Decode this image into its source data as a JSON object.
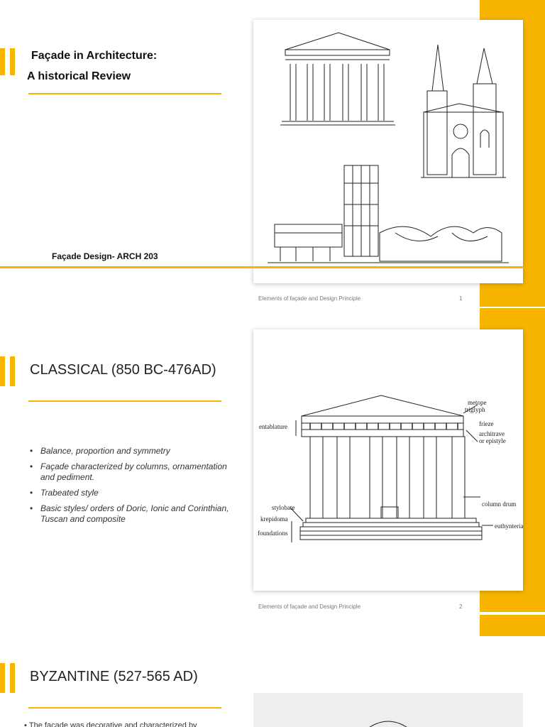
{
  "slides": [
    {
      "title_line1": "Façade in Architecture:",
      "title_line2": "A historical Review",
      "subtitle": "Façade Design- ARCH 203",
      "footer": "Elements of façade and  Design Principle",
      "number": "1"
    },
    {
      "title": "CLASSICAL (850 BC-476AD)",
      "bullets": [
        "Balance, proportion and symmetry",
        "Façade characterized by columns, ornamentation and pediment.",
        "Trabeated style",
        "Basic styles/ orders of Doric, Ionic and Corinthian, Tuscan and composite"
      ],
      "diagram_labels": {
        "metope": "metope",
        "triglyph": "triglyph",
        "frieze": "frieze",
        "architrave": "architrave",
        "epistyle": "or epistyle",
        "entablature": "entablature",
        "column_drum": "column drum",
        "stylobate": "stylobate",
        "krepidoma": "krepidoma",
        "foundations": "foundations",
        "euthynteria": "euthynteria"
      },
      "footer": "Elements of façade and  Design Principle",
      "number": "2"
    },
    {
      "title": "BYZANTINE (527-565 AD)",
      "bullet_partial": "The  façade was decorative and characterized by"
    }
  ],
  "colors": {
    "accent": "#f7b500",
    "text": "#222222",
    "footer": "#7a7a7a"
  }
}
